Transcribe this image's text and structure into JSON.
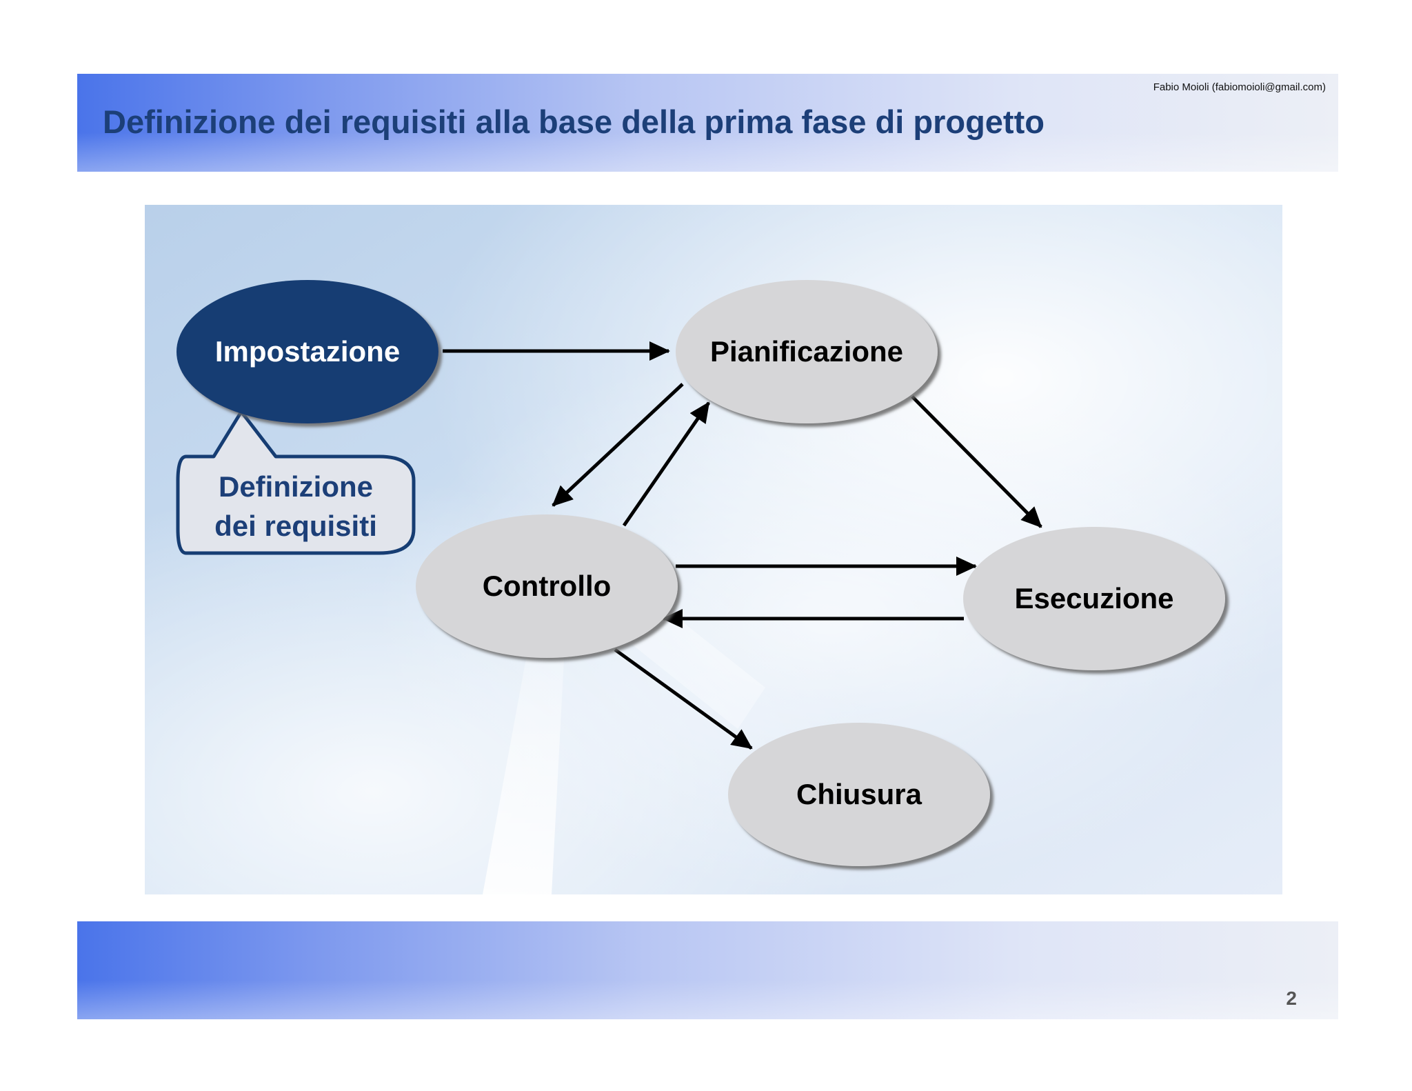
{
  "header": {
    "author": "Fabio Moioli (fabiomoioli@gmail.com)",
    "title": "Definizione dei requisiti alla base della prima fase di progetto"
  },
  "diagram": {
    "nodes": {
      "impostazione": "Impostazione",
      "pianificazione": "Pianificazione",
      "controllo": "Controllo",
      "esecuzione": "Esecuzione",
      "chiusura": "Chiusura"
    },
    "callout": {
      "line1": "Definizione",
      "line2": "dei requisiti"
    },
    "edges": [
      {
        "from": "Impostazione",
        "to": "Pianificazione"
      },
      {
        "from": "Pianificazione",
        "to": "Controllo"
      },
      {
        "from": "Controllo",
        "to": "Pianificazione"
      },
      {
        "from": "Pianificazione",
        "to": "Esecuzione"
      },
      {
        "from": "Controllo",
        "to": "Esecuzione"
      },
      {
        "from": "Esecuzione",
        "to": "Controllo"
      },
      {
        "from": "Controllo",
        "to": "Chiusura"
      }
    ],
    "colors": {
      "active_node": "#163d73",
      "node": "#d6d6d8",
      "callout_border": "#163d73",
      "arrow": "#000000"
    }
  },
  "footer": {
    "page_number": "2"
  }
}
